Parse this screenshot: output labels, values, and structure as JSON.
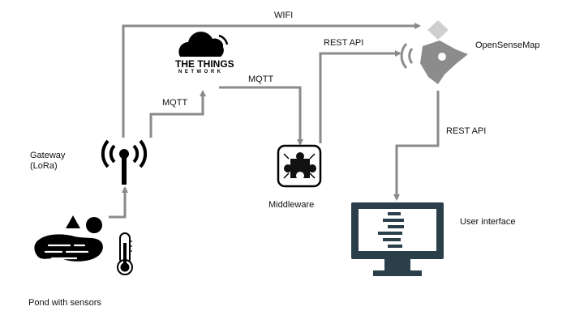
{
  "diagram": {
    "nodes": {
      "ttn": {
        "title": "THE THINGS",
        "subtitle": "NETWORK"
      },
      "opensensemap": {
        "label": "OpenSenseMap"
      },
      "gateway": {
        "label": "Gateway\n(LoRa)"
      },
      "middleware": {
        "label": "Middleware"
      },
      "user_interface": {
        "label": "User interface"
      },
      "pond": {
        "label": "Pond with sensors"
      }
    },
    "edges": {
      "wifi": {
        "label": "WIFI",
        "from": "gateway",
        "to": "opensensemap"
      },
      "mqtt_gateway_ttn": {
        "label": "MQTT",
        "from": "gateway",
        "to": "ttn"
      },
      "mqtt_ttn_middleware": {
        "label": "MQTT",
        "from": "ttn",
        "to": "middleware"
      },
      "rest_middleware_osm": {
        "label": "REST API",
        "from": "middleware",
        "to": "opensensemap"
      },
      "rest_osm_ui": {
        "label": "REST API",
        "from": "opensensemap",
        "to": "user_interface"
      },
      "pond_gateway": {
        "label": "",
        "from": "pond",
        "to": "gateway"
      }
    },
    "colors": {
      "connector": "#8a8a8a",
      "osm_logo": "#8c8c8c",
      "osm_logo_light": "#cfcfcf",
      "monitor": "#2b3f4b",
      "monitor_screen": "#ffffff",
      "icon_dark": "#111111"
    },
    "icons": {
      "ttn": "cloud-wifi-icon",
      "opensensemap": "opensensemap-logo-icon",
      "gateway": "antenna-tower-icon",
      "middleware": "puzzle-piece-icon",
      "user_interface": "desktop-monitor-icon",
      "pond": "pond-icon",
      "sensor": "thermometer-icon"
    }
  }
}
